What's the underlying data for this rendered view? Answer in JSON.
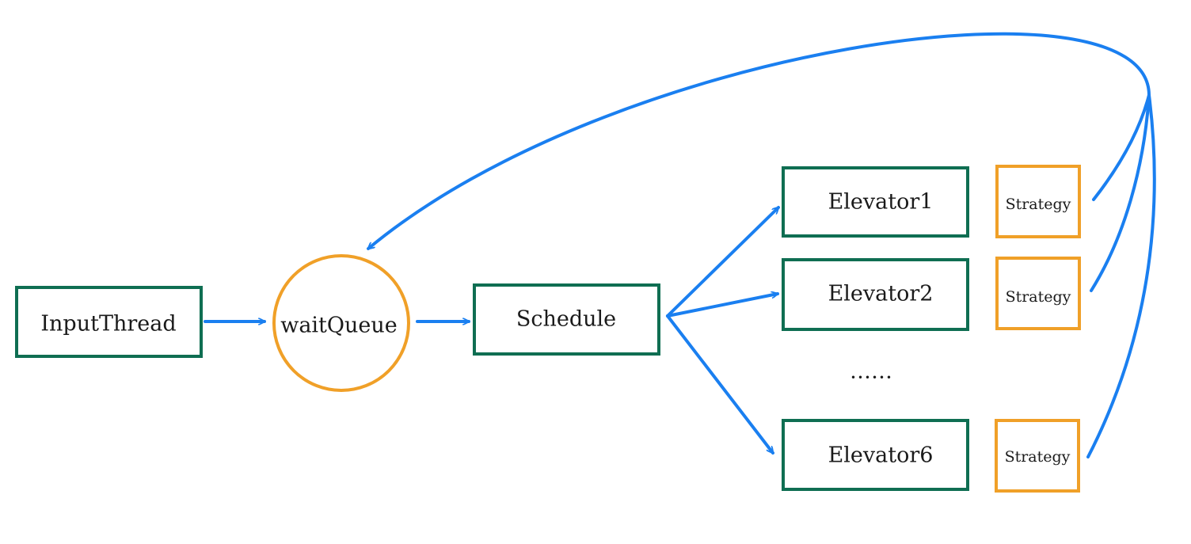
{
  "colors": {
    "green_box": "#0f6e52",
    "orange_box": "#f0a028",
    "arrow_blue": "#1a7ff0",
    "text": "#1a1a1a"
  },
  "nodes": {
    "input_thread": "InputThread",
    "wait_queue": "waitQueue",
    "schedule": "Schedule",
    "elevator_1": "Elevator1",
    "elevator_2": "Elevator2",
    "elevator_6": "Elevator6",
    "ellipsis": "……",
    "strategy_1": "Strategy",
    "strategy_2": "Strategy",
    "strategy_6": "Strategy"
  }
}
